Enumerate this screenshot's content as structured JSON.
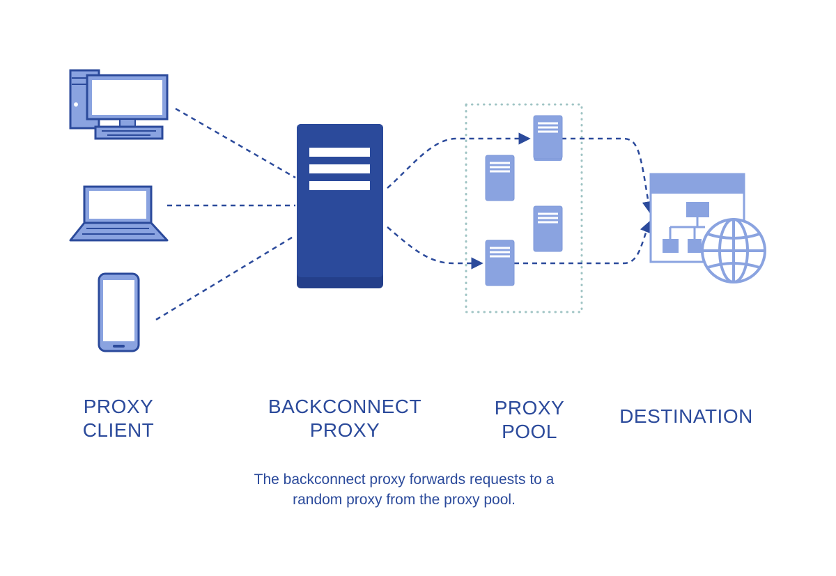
{
  "labels": {
    "client": [
      "PROXY",
      "CLIENT"
    ],
    "backconnect": [
      "BACKCONNECT",
      "PROXY"
    ],
    "pool": [
      "PROXY",
      "POOL"
    ],
    "destination": "DESTINATION"
  },
  "caption": [
    "The backconnect proxy forwards requests to a",
    "random proxy from the proxy pool."
  ],
  "icons": {
    "clients": [
      "desktop-computer-icon",
      "laptop-icon",
      "smartphone-icon"
    ],
    "backconnect": "server-tower-icon",
    "pool": [
      "pool-server-icon",
      "pool-server-icon",
      "pool-server-icon",
      "pool-server-icon"
    ],
    "destination": [
      "website-sitemap-icon",
      "globe-icon"
    ]
  },
  "colors": {
    "dark_blue": "#2b4a9b",
    "light_blue": "#8aa3e0",
    "pool_border": "#9fc4c4"
  }
}
